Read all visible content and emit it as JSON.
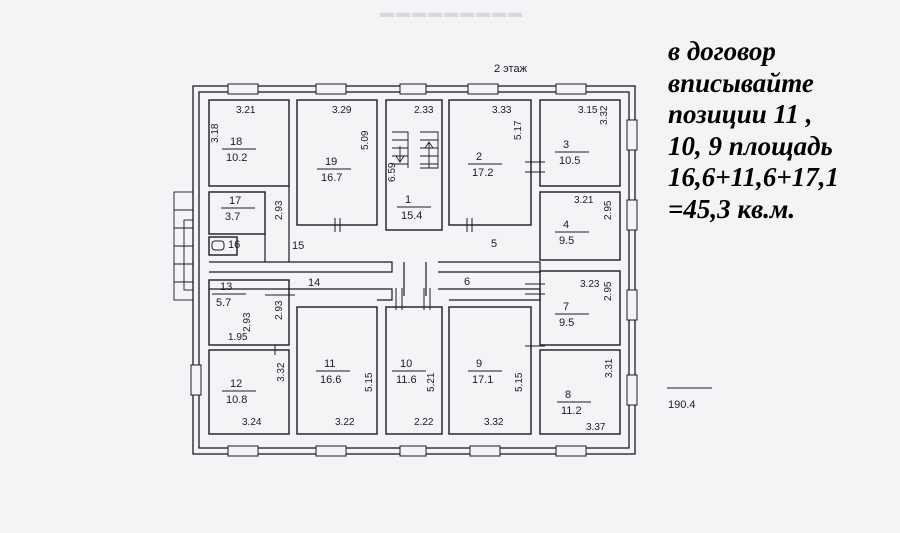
{
  "floor_title": "2 этаж",
  "total_area": "190.4",
  "note_lines": [
    "в договор",
    "вписывайте",
    "позиции 11 ,",
    "10, 9  площадь",
    "16,6+11,6+17,1",
    "=45,3 кв.м."
  ],
  "rooms": [
    {
      "id": "18",
      "area": "10.2",
      "dims": [
        "3.21",
        "3.18"
      ]
    },
    {
      "id": "19",
      "area": "16.7",
      "dims": [
        "3.29",
        "5.09"
      ]
    },
    {
      "id": "1",
      "area": "15.4",
      "dims": [
        "2.33",
        "6.59"
      ]
    },
    {
      "id": "2",
      "area": "17.2",
      "dims": [
        "3.33",
        "5.17"
      ]
    },
    {
      "id": "3",
      "area": "10.5",
      "dims": [
        "3.15",
        "3.32"
      ]
    },
    {
      "id": "4",
      "area": "9.5",
      "dims": [
        "3.21",
        "2.95"
      ]
    },
    {
      "id": "17",
      "area": "3.7",
      "dims": [
        "2.93"
      ]
    },
    {
      "id": "16",
      "area": "",
      "dims": []
    },
    {
      "id": "15",
      "area": "",
      "dims": []
    },
    {
      "id": "5",
      "area": "",
      "dims": []
    },
    {
      "id": "14",
      "area": "",
      "dims": []
    },
    {
      "id": "6",
      "area": "",
      "dims": []
    },
    {
      "id": "13",
      "area": "5.7",
      "dims": [
        "2.93",
        "1.95",
        "2.93"
      ]
    },
    {
      "id": "7",
      "area": "9.5",
      "dims": [
        "3.23",
        "2.95"
      ]
    },
    {
      "id": "11",
      "area": "16.6",
      "dims": [
        "3.22",
        "5.15"
      ]
    },
    {
      "id": "10",
      "area": "11.6",
      "dims": [
        "2.22",
        "5.21"
      ]
    },
    {
      "id": "9",
      "area": "17.1",
      "dims": [
        "3.32",
        "5.15"
      ]
    },
    {
      "id": "12",
      "area": "10.8",
      "dims": [
        "3.24",
        "3.32"
      ]
    },
    {
      "id": "8",
      "area": "11.2",
      "dims": [
        "3.37",
        "3.31"
      ]
    }
  ],
  "colors": {
    "ink": "#1a1a2a",
    "paper": "#f4f4f6",
    "note": "#000000"
  }
}
